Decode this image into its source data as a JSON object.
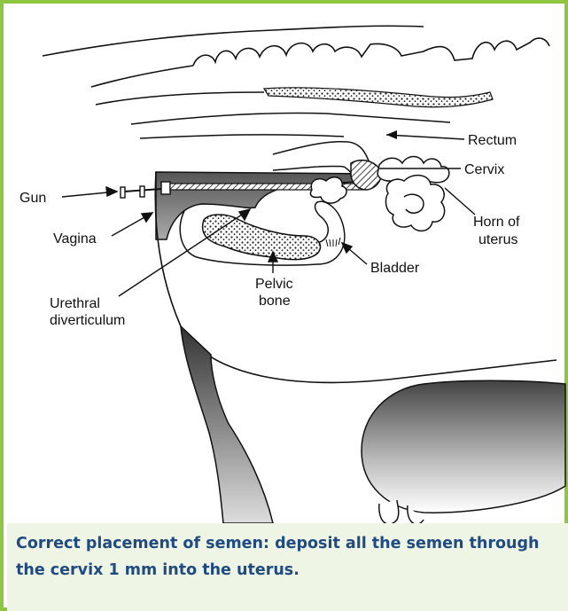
{
  "diagram": {
    "labels": {
      "rectum": "Rectum",
      "cervix": "Cervix",
      "gun": "Gun",
      "vagina": "Vagina",
      "horn_line1": "Horn of",
      "horn_line2": "uterus",
      "bladder": "Bladder",
      "pelvic_line1": "Pelvic",
      "pelvic_line2": "bone",
      "urethral_line1": "Urethral",
      "urethral_line2": "diverticulum"
    }
  },
  "caption": {
    "text": "Correct placement of semen: deposit all the semen through the cervix 1 mm into the uterus."
  },
  "colors": {
    "frame_border": "#8dc63f",
    "caption_background": "#eef5e4",
    "caption_text": "#1f4b82"
  }
}
